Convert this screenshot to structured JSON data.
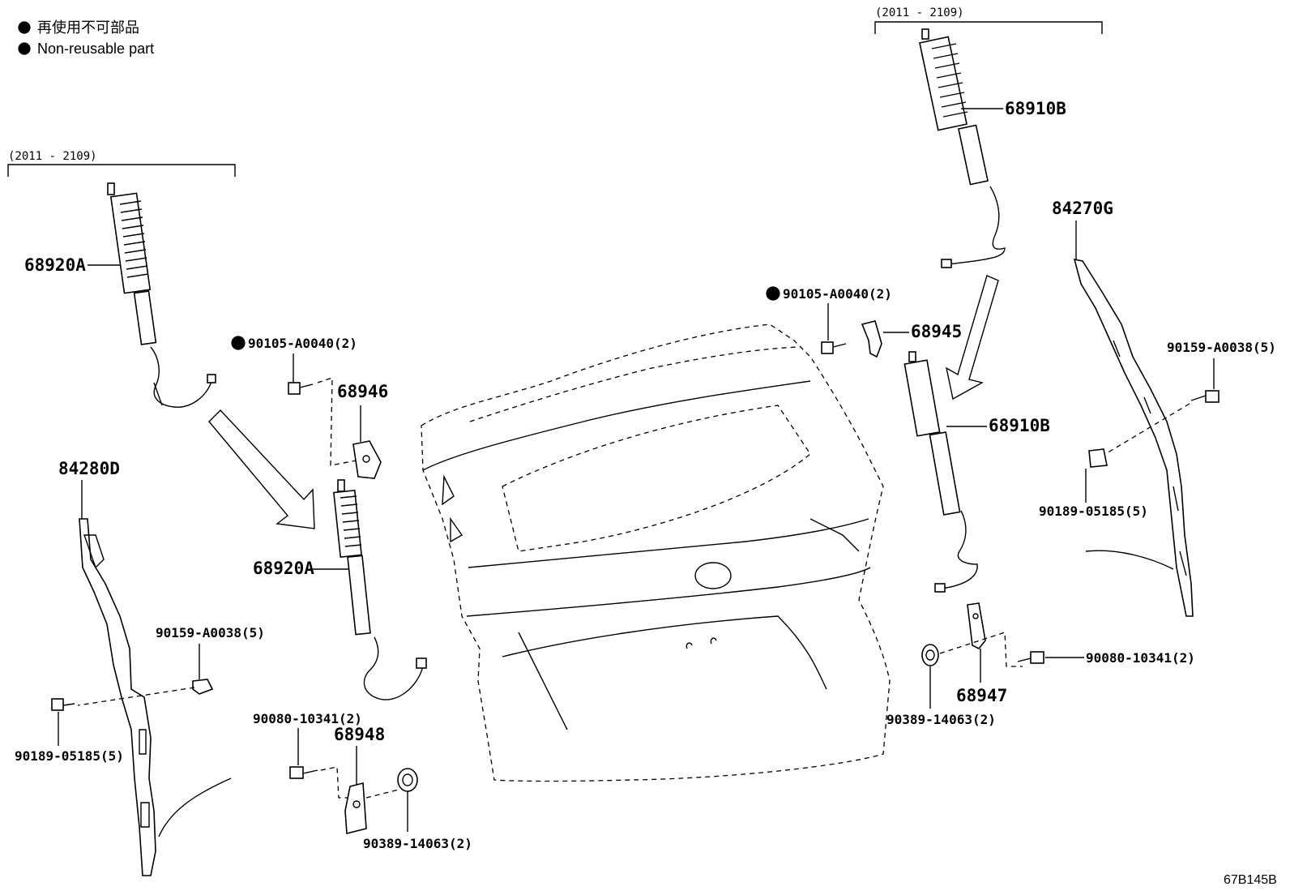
{
  "legend": {
    "jp": "再使用不可部品",
    "en": "Non-reusable part"
  },
  "brackets": {
    "left": "(2011 - 2109)",
    "right": "(2011 - 2109)"
  },
  "parts": {
    "p68920A_top": "68920A",
    "p68920A_mid": "68920A",
    "p90105_left": "90105-A0040(2)",
    "p68946": "68946",
    "p84280D": "84280D",
    "p90159_left": "90159-A0038(5)",
    "p90189_left": "90189-05185(5)",
    "p90080_left": "90080-10341(2)",
    "p68948": "68948",
    "p90389_left": "90389-14063(2)",
    "p68910B_top": "68910B",
    "p90105_right": "90105-A0040(2)",
    "p68945": "68945",
    "p68910B_mid": "68910B",
    "p84270G": "84270G",
    "p90159_right": "90159-A0038(5)",
    "p90189_right": "90189-05185(5)",
    "p90080_right": "90080-10341(2)",
    "p68947": "68947",
    "p90389_right": "90389-14063(2)"
  },
  "diagram_code": "67B145B",
  "colors": {
    "ink": "#000000",
    "paper": "#ffffff"
  }
}
